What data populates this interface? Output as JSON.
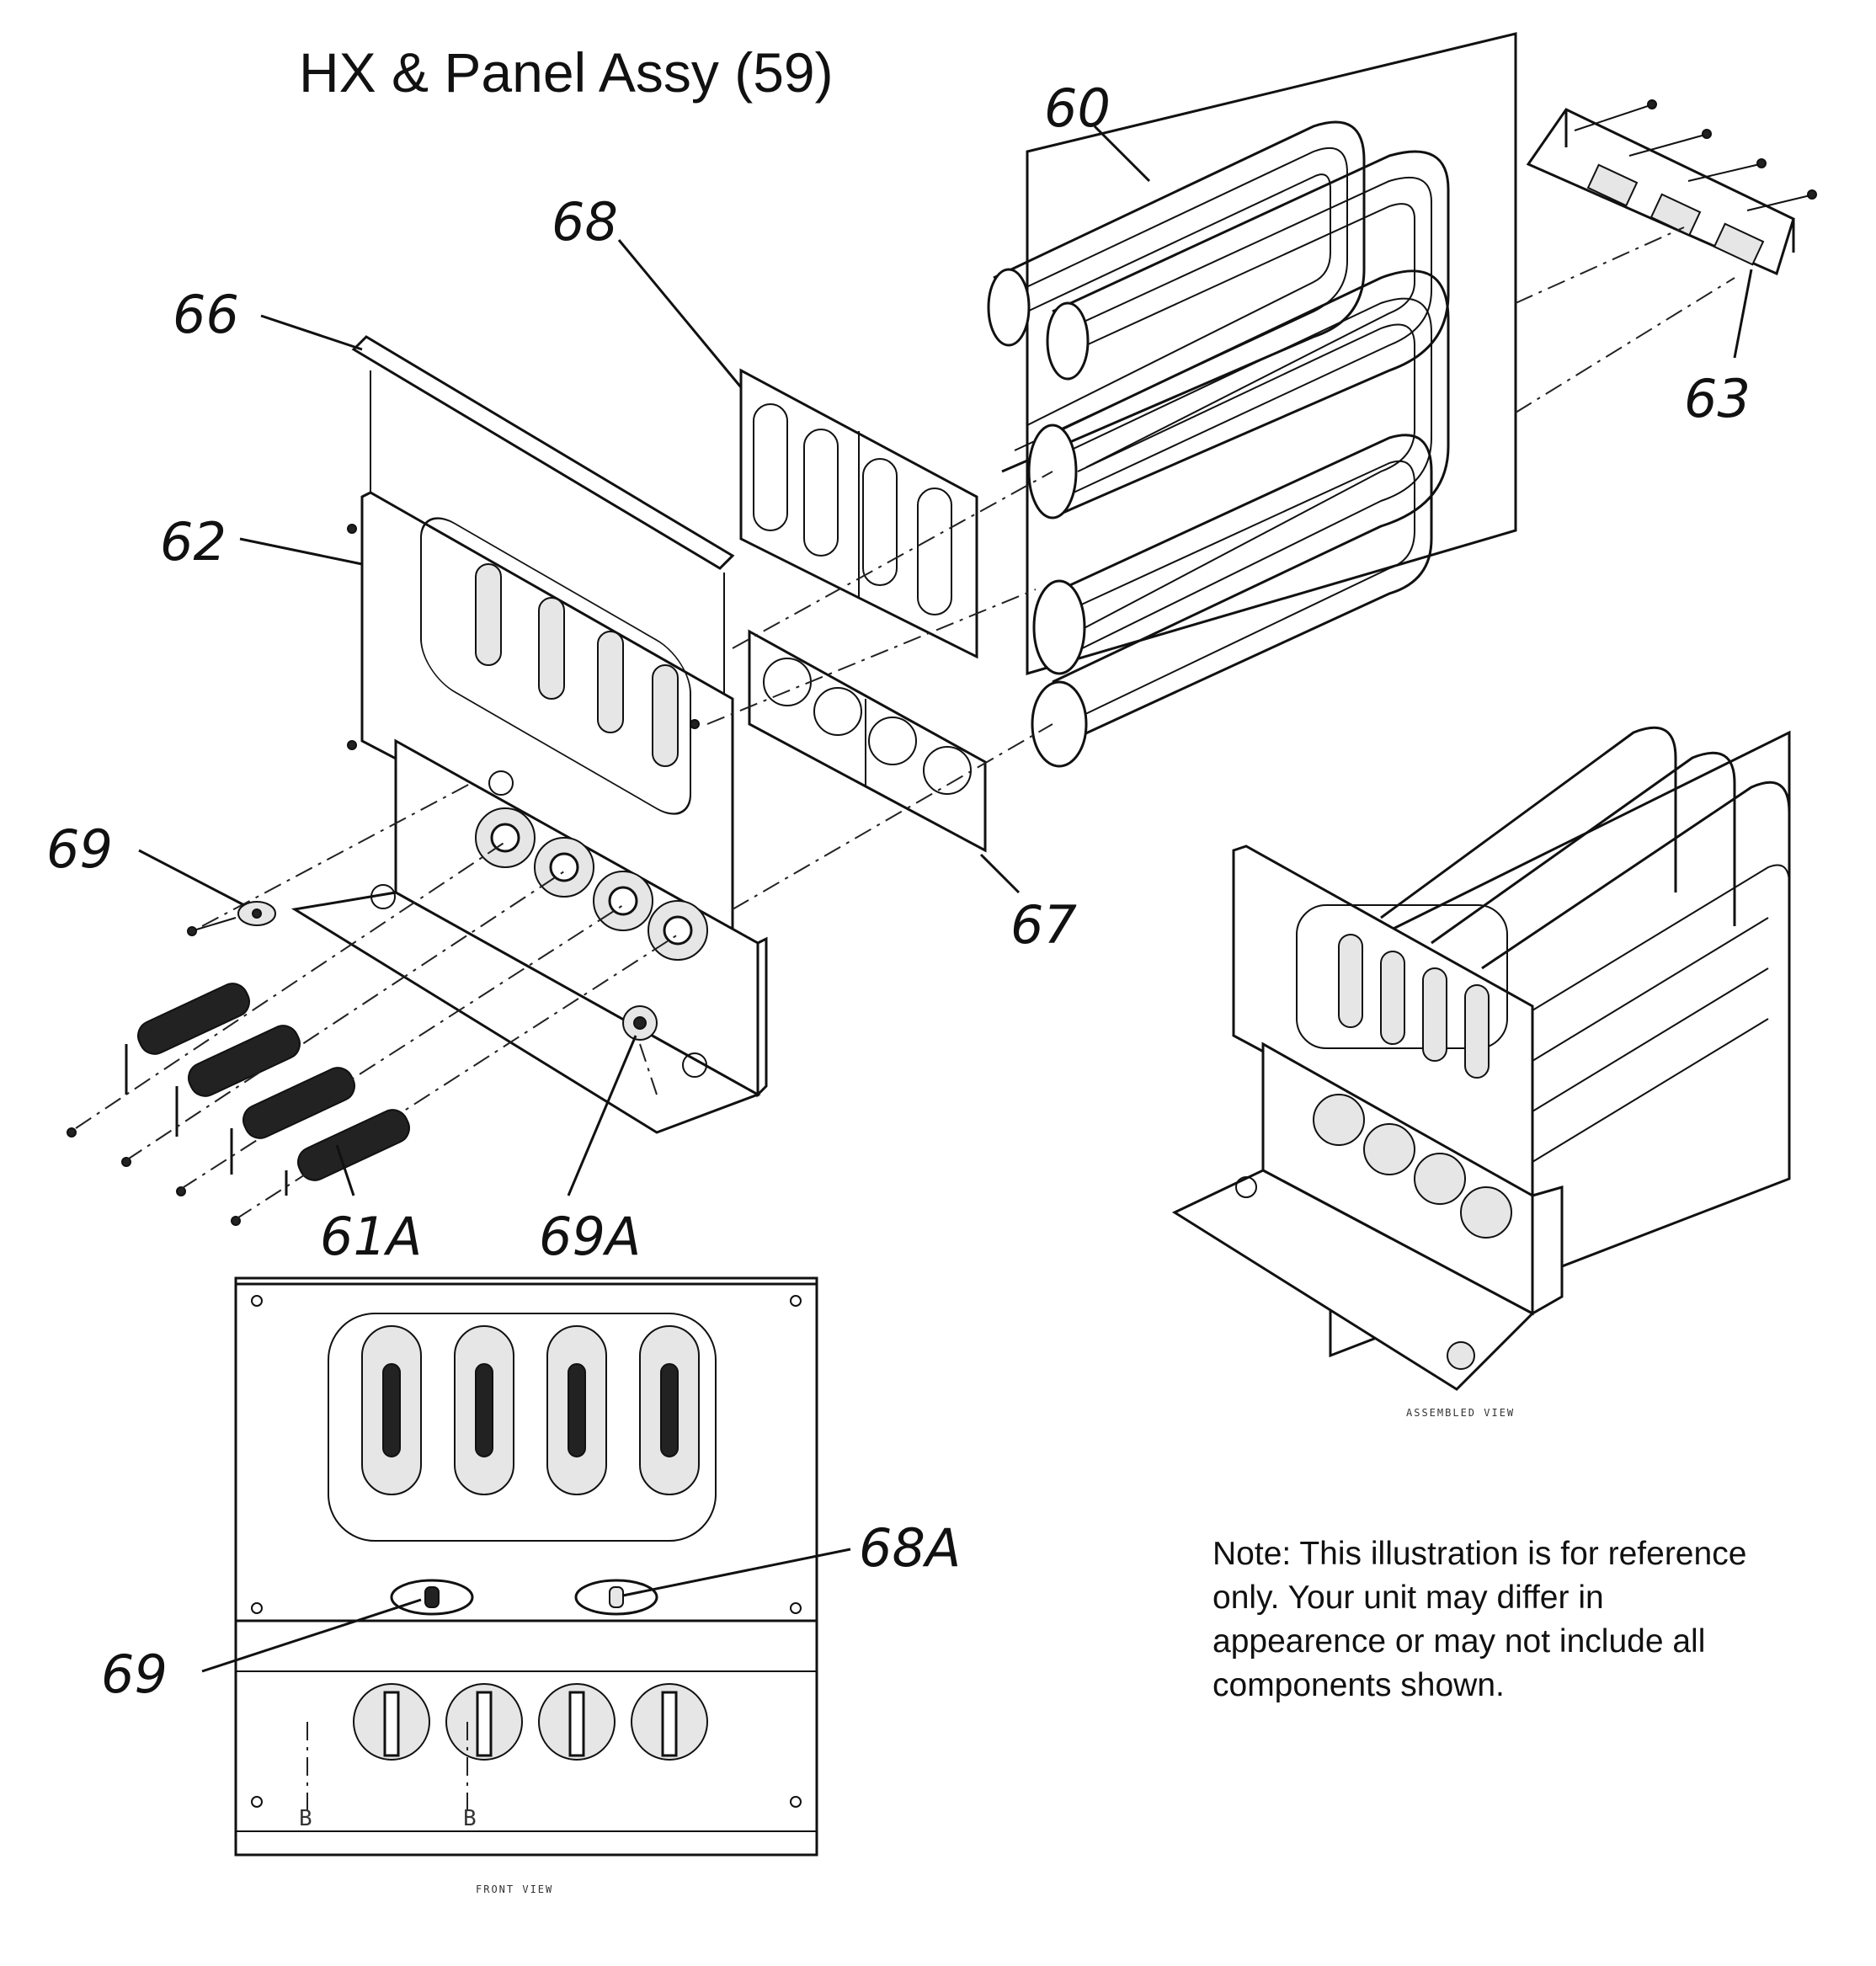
{
  "title": "HX & Panel Assy (59)",
  "note": "Note: This illustration is for reference only. Your unit may differ in appearence or may not include all components shown.",
  "callouts": {
    "c60": "60",
    "c68": "68",
    "c66": "66",
    "c62": "62",
    "c63": "63",
    "c69_top": "69",
    "c67": "67",
    "c61a": "61A",
    "c69a": "69A",
    "c68a": "68A",
    "c69_bottom": "69"
  },
  "captions": {
    "assembled_view": "ASSEMBLED VIEW",
    "front_view": "FRONT VIEW",
    "marker_b1": "B",
    "marker_b2": "B"
  }
}
